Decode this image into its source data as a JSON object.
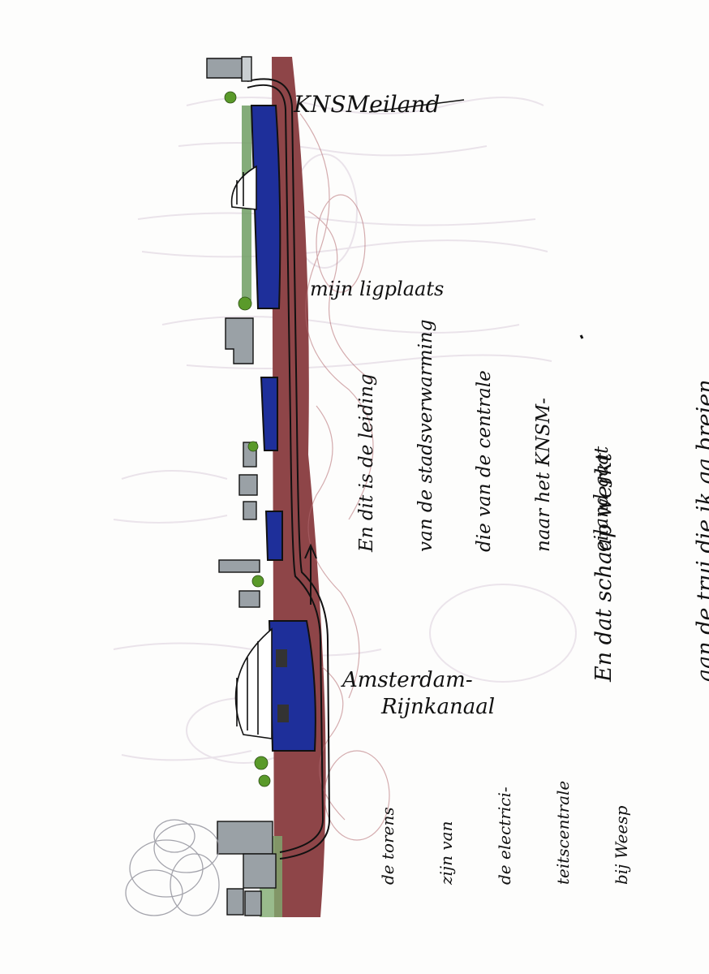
{
  "labels": {
    "knsm": "KNSMeiland",
    "ligplaats": "mijn ligplaats",
    "leiding": [
      "En dit is de leiding",
      "van de stadsverwarming",
      "die van de centrale",
      "naar het KNSM-",
      "eiland gaat"
    ],
    "kanaal": [
      "Amsterdam-",
      "Rijnkanaal"
    ],
    "torens": [
      "de torens",
      "zijn van",
      "de electrici-",
      "teitscentrale",
      "bij Weesp"
    ],
    "trui": [
      "En dat schaap werkt",
      "aan de trui die ik ga breien."
    ]
  },
  "colors": {
    "land": "#8e4548",
    "water": "#1e2f9a",
    "pipe": "#111111",
    "buildings": "#9aa1a6",
    "trees": "#5a9a2a",
    "grass": "#6f9e63"
  }
}
